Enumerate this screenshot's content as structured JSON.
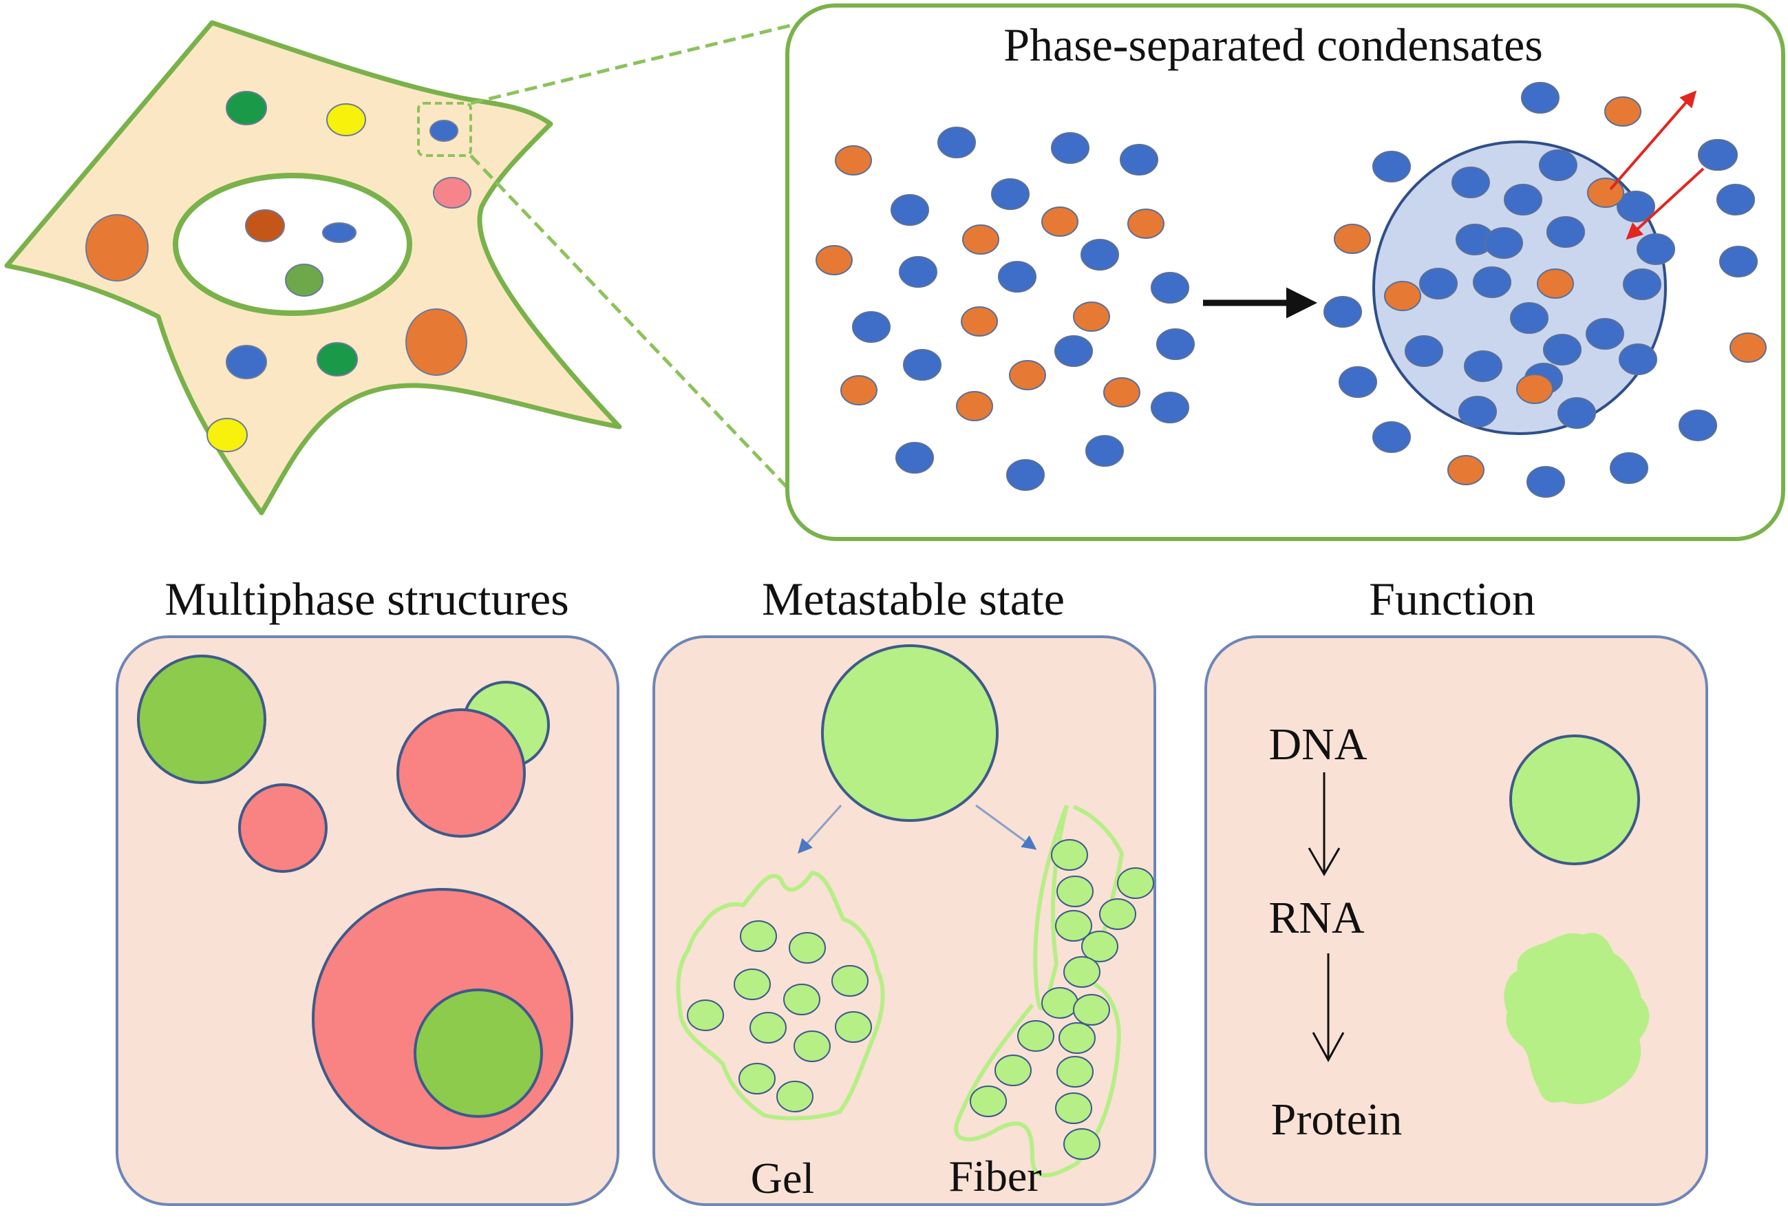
{
  "figure": {
    "condensates_title": "Phase-separated condensates",
    "panels": {
      "multiphase": {
        "title": "Multiphase structures"
      },
      "metastable": {
        "title": "Metastable state",
        "gel_label": "Gel",
        "fiber_label": "Fiber"
      },
      "function": {
        "title": "Function",
        "dna_label": "DNA",
        "rna_label": "RNA",
        "protein_label": "Protein"
      }
    }
  },
  "colors": {
    "cell_fill": "#fbe7c4",
    "cell_stroke": "#79b24a",
    "panel_fill": "#f9e1d5",
    "panel_stroke": "#6d86b8",
    "protein_blue": "#3e6ec8",
    "protein_orange": "#e67a34",
    "condensate_fill": "#c9d6ee",
    "light_green": "#b5ef85",
    "mid_green": "#8ccb4c",
    "coral": "#f98283",
    "arrow_red": "#e2261f"
  }
}
